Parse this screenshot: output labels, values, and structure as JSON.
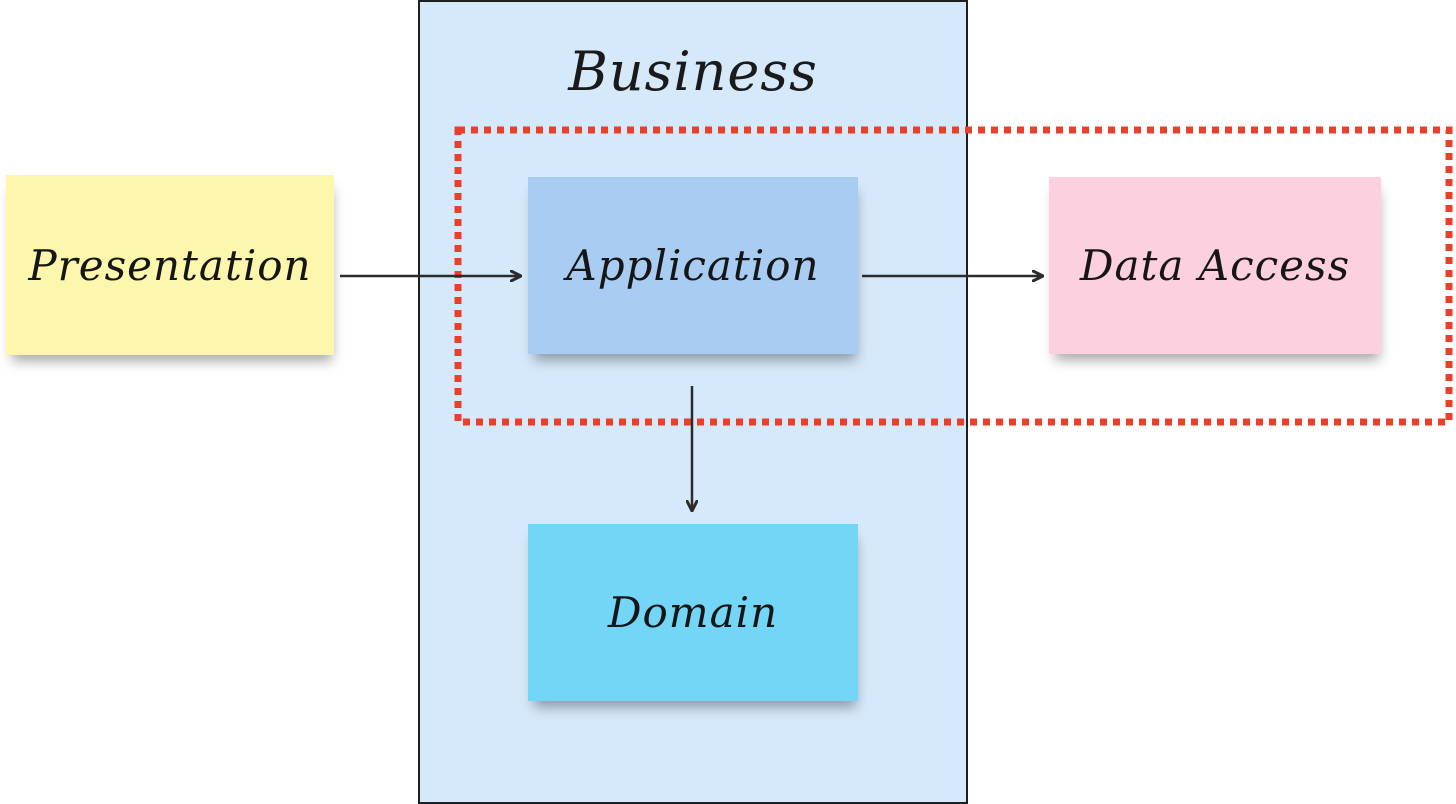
{
  "business_layer": {
    "title": "Business",
    "fill_color": "#d6e9fa"
  },
  "notes": {
    "presentation": {
      "label": "Presentation",
      "color": "#fdf7ae"
    },
    "application": {
      "label": "Application",
      "color": "#a9ccf2"
    },
    "data_access": {
      "label": "Data Access",
      "color": "#fdd0e0"
    },
    "domain": {
      "label": "Domain",
      "color": "#74d6f7"
    }
  },
  "highlight": {
    "style": "dotted",
    "color": "#e8402a"
  },
  "arrows": [
    {
      "from": "Presentation",
      "to": "Application"
    },
    {
      "from": "Application",
      "to": "Data Access"
    },
    {
      "from": "Application",
      "to": "Domain"
    }
  ]
}
